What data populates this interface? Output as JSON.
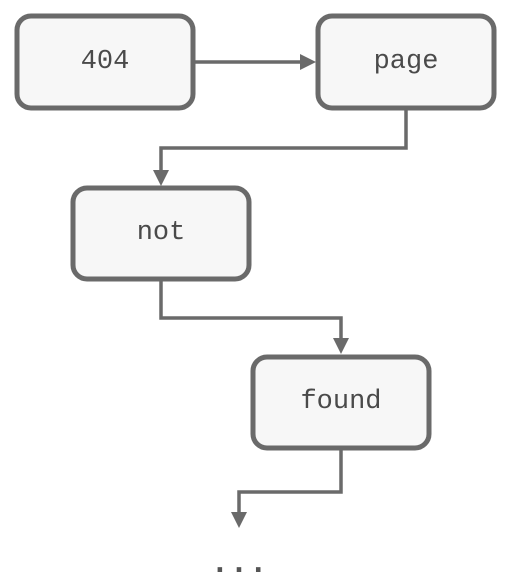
{
  "nodes": [
    {
      "id": "n404",
      "label": "404"
    },
    {
      "id": "npage",
      "label": "page"
    },
    {
      "id": "nnot",
      "label": "not"
    },
    {
      "id": "nfound",
      "label": "found"
    }
  ],
  "edges": [
    {
      "from": "n404",
      "to": "npage"
    },
    {
      "from": "npage",
      "to": "nnot"
    },
    {
      "from": "nnot",
      "to": "nfound"
    },
    {
      "from": "nfound",
      "to": "continuation"
    }
  ],
  "continuation": {
    "label": "..."
  },
  "colors": {
    "stroke": "#6a6a6a",
    "fill": "#f7f7f7",
    "text": "#4a4a4a"
  }
}
